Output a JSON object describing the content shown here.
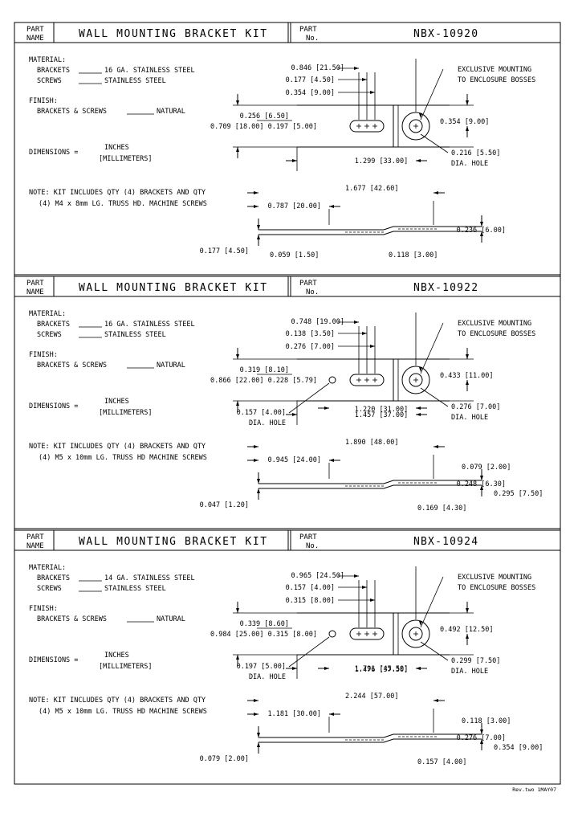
{
  "revision": "Rev.two 1MAY07",
  "kits": [
    {
      "part_name_label": [
        "PART",
        "NAME"
      ],
      "title": "WALL MOUNTING BRACKET KIT",
      "part_no_label": [
        "PART",
        "No."
      ],
      "part_no": "NBX-10920",
      "material": {
        "heading": "MATERIAL:",
        "brackets_label": "BRACKETS",
        "brackets_value": "16 GA. STAINLESS STEEL",
        "screws_label": "SCREWS",
        "screws_value": "STAINLESS STEEL"
      },
      "finish": {
        "heading": "FINISH:",
        "label": "BRACKETS & SCREWS",
        "value": "NATURAL"
      },
      "dimensions": {
        "label": "DIMENSIONS =",
        "top": "INCHES",
        "bottom": "[MILLIMETERS]"
      },
      "note": [
        "NOTE: KIT INCLUDES QTY (4) BRACKETS AND QTY",
        "(4) M4 x 8mm LG. TRUSS HD. MACHINE SCREWS"
      ],
      "callouts": {
        "exclusive": [
          "EXCLUSIVE MOUNTING",
          "TO ENCLOSURE BOSSES"
        ],
        "screw_hole": [
          "0.216 [5.50]",
          "DIA. HOLE"
        ]
      },
      "dims": {
        "spacing_a": "0.846 [21.50]",
        "spacing_b": "0.177 [4.50]",
        "spacing_c": "0.354 [9.00]",
        "left_offset": "0.256 [6.50]",
        "height": "0.709 [18.00]",
        "slot_pitch": "0.197 [5.00]",
        "boss_half": "0.354 [9.00]",
        "overall_length": "1.299 [33.00]",
        "side_length": "1.677 [42.60]",
        "side_tab": "0.787 [20.00]",
        "side_height": "0.236 [6.00]",
        "thickness": "0.177 [4.50]",
        "lip": "0.059 [1.50]",
        "offset_bend": "0.118 [3.00]"
      }
    },
    {
      "part_name_label": [
        "PART",
        "NAME"
      ],
      "title": "WALL MOUNTING BRACKET KIT",
      "part_no_label": [
        "PART",
        "No."
      ],
      "part_no": "NBX-10922",
      "material": {
        "heading": "MATERIAL:",
        "brackets_label": "BRACKETS",
        "brackets_value": "16 GA. STAINLESS STEEL",
        "screws_label": "SCREWS",
        "screws_value": "STAINLESS STEEL"
      },
      "finish": {
        "heading": "FINISH:",
        "label": "BRACKETS & SCREWS",
        "value": "NATURAL"
      },
      "dimensions": {
        "label": "DIMENSIONS =",
        "top": "INCHES",
        "bottom": "[MILLIMETERS]"
      },
      "note": [
        "NOTE: KIT INCLUDES QTY (4) BRACKETS AND QTY",
        "(4) M5 x 10mm LG. TRUSS HD MACHINE SCREWS"
      ],
      "callouts": {
        "exclusive": [
          "EXCLUSIVE MOUNTING",
          "TO ENCLOSURE BOSSES"
        ],
        "screw_hole": [
          "0.276 [7.00]",
          "DIA. HOLE"
        ],
        "slot_hole": [
          "0.157 [4.00]",
          "DIA. HOLE"
        ]
      },
      "dims": {
        "spacing_a": "0.748 [19.00]",
        "spacing_b": "0.138 [3.50]",
        "spacing_c": "0.276 [7.00]",
        "left_offset": "0.319 [8.10]",
        "height": "0.866 [22.00]",
        "slot_pitch": "0.228 [5.79]",
        "boss_half": "0.433 [11.00]",
        "inner_length": "1.220 [31.00]",
        "overall_length": "1.457 [37.00]",
        "side_length": "1.890 [48.00]",
        "side_tab": "0.945 [24.00]",
        "side_height": "0.248 [6.30]",
        "side_right": "0.295 [7.50]",
        "thickness": "0.047 [1.20]",
        "offset_bend": "0.079 [2.00]",
        "offset_drop": "0.169 [4.30]"
      }
    },
    {
      "part_name_label": [
        "PART",
        "NAME"
      ],
      "title": "WALL MOUNTING BRACKET KIT",
      "part_no_label": [
        "PART",
        "No."
      ],
      "part_no": "NBX-10924",
      "material": {
        "heading": "MATERIAL:",
        "brackets_label": "BRACKETS",
        "brackets_value": "14 GA. STAINLESS STEEL",
        "screws_label": "SCREWS",
        "screws_value": "STAINLESS STEEL"
      },
      "finish": {
        "heading": "FINISH:",
        "label": "BRACKETS & SCREWS",
        "value": "NATURAL"
      },
      "dimensions": {
        "label": "DIMENSIONS =",
        "top": "INCHES",
        "bottom": "[MILLIMETERS]"
      },
      "note": [
        "NOTE: KIT INCLUDES QTY (4) BRACKETS AND QTY",
        "(4) M5 x 10mm LG. TRUSS HD MACHINE SCREWS"
      ],
      "callouts": {
        "exclusive": [
          "EXCLUSIVE MOUNTING",
          "TO ENCLOSURE BOSSES"
        ],
        "screw_hole": [
          "0.299 [7.50]",
          "DIA. HOLE"
        ],
        "slot_hole": [
          "0.197 [5.00]",
          "DIA. HOLE"
        ]
      },
      "dims": {
        "spacing_a": "0.965 [24.50]",
        "spacing_b": "0.157 [4.00]",
        "spacing_c": "0.315 [8.00]",
        "left_offset": "0.339 [8.60]",
        "height": "0.984 [25.00]",
        "slot_pitch": "0.315 [8.00]",
        "boss_half": "0.492 [12.50]",
        "inner_length": "1.476 [37.50]",
        "overall_length": "1.791 [45.50]",
        "side_length": "2.244 [57.00]",
        "side_tab": "1.181 [30.00]",
        "side_height": "0.276 [7.00]",
        "side_right": "0.354 [9.00]",
        "thickness": "0.079 [2.00]",
        "offset_bend": "0.118 [3.00]",
        "offset_drop": "0.157 [4.00]"
      }
    }
  ]
}
